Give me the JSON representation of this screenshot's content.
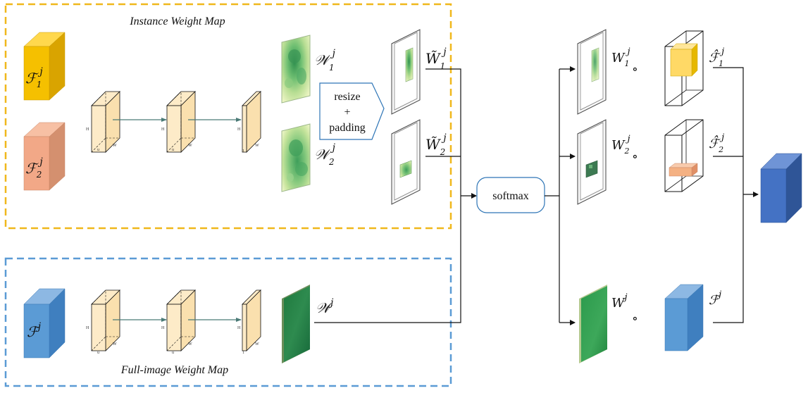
{
  "instance_panel": {
    "title": "Instance Weight Map",
    "features": [
      {
        "symbol": "ℱ",
        "sub": "1",
        "sup": "j",
        "color": "#F5C000"
      },
      {
        "symbol": "ℱ",
        "sub": "2",
        "sup": "j",
        "color": "#F2A887"
      }
    ],
    "weight_maps": [
      {
        "symbol": "𝒲",
        "sub": "1",
        "sup": "j"
      },
      {
        "symbol": "𝒲",
        "sub": "2",
        "sup": "j"
      }
    ],
    "padded_maps": [
      {
        "symbol": "W̃",
        "sub": "1",
        "sup": "j"
      },
      {
        "symbol": "W̃",
        "sub": "2",
        "sup": "j"
      }
    ],
    "resize_label": [
      "resize",
      "+",
      "padding"
    ]
  },
  "full_panel": {
    "title": "Full-image Weight Map",
    "feature": {
      "symbol": "ℱ",
      "sup": "j",
      "color": "#5B9BD5"
    },
    "weight_map": {
      "symbol": "𝒲",
      "sup": "j"
    }
  },
  "conv_labels": {
    "h": "H",
    "w": "W",
    "c_full": "u",
    "c_last": "1"
  },
  "softmax_label": "softmax",
  "outputs": {
    "weights": [
      {
        "symbol": "W",
        "sub": "1",
        "sup": "j"
      },
      {
        "symbol": "W",
        "sub": "2",
        "sup": "j"
      },
      {
        "symbol": "W",
        "sub": "",
        "sup": "j"
      }
    ],
    "operator": "∘",
    "features": [
      {
        "symbol": "ℱ̂",
        "sub": "1",
        "sup": "j",
        "color": "#FFD966"
      },
      {
        "symbol": "ℱ̂",
        "sub": "2",
        "sup": "j",
        "color": "#F4B183"
      },
      {
        "symbol": "ℱ",
        "sub": "",
        "sup": "j",
        "color": "#5B9BD5"
      }
    ],
    "final_color": "#4472C4"
  },
  "colors": {
    "instance_border": "#F0B81C",
    "full_border": "#5B9BD5",
    "conv_fill": "#FDEBC8",
    "arrow": "#4A7A76",
    "softmax_border": "#2E75B6"
  }
}
